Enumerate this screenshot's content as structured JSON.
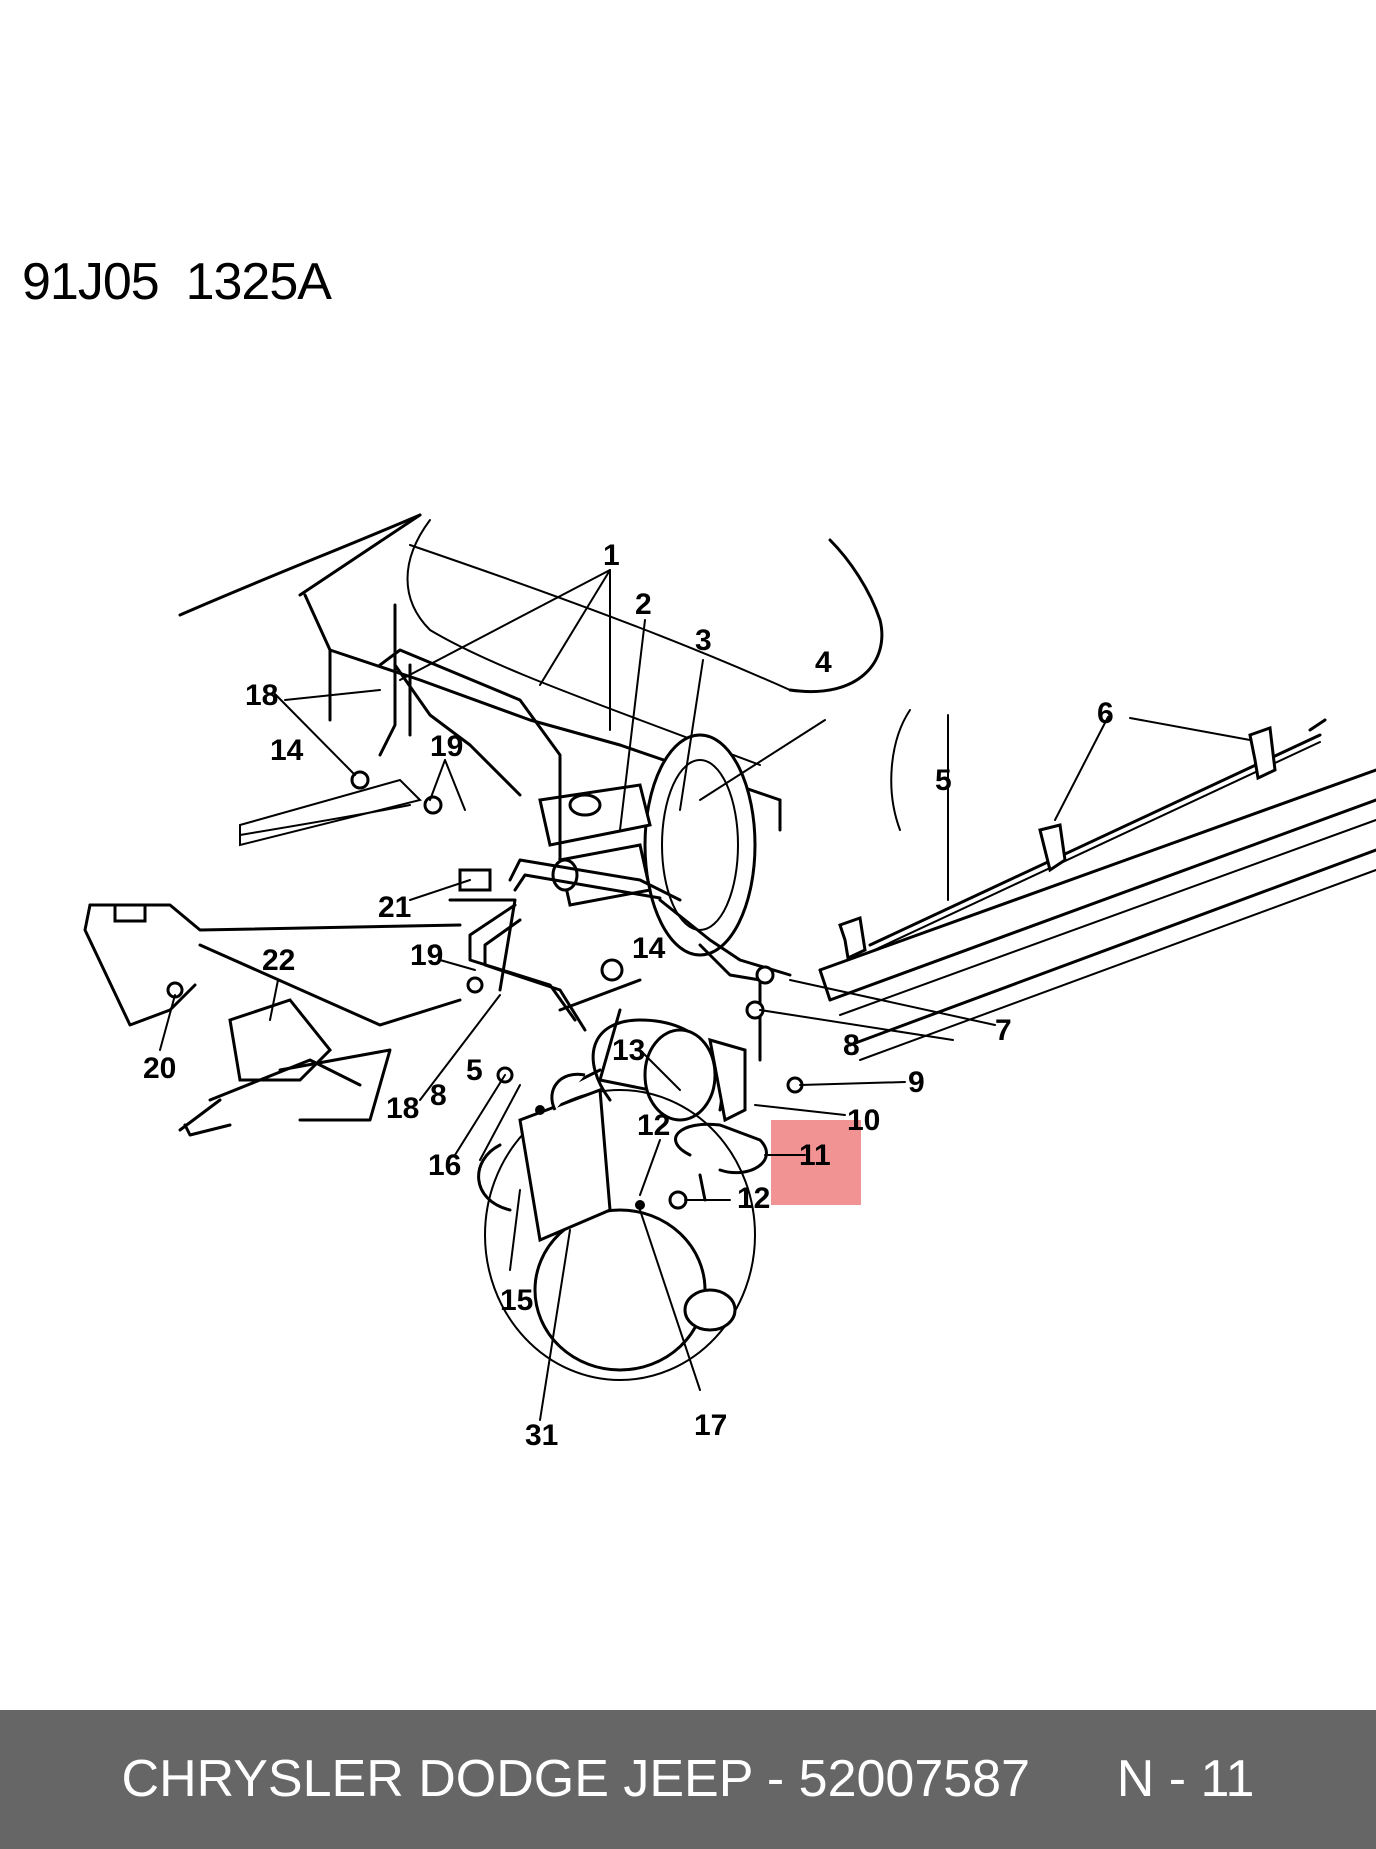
{
  "header": {
    "code": "91J05  1325A"
  },
  "callouts": {
    "c1": "1",
    "c2": "2",
    "c3": "3",
    "c4": "4",
    "c5a": "5",
    "c5b": "5",
    "c6": "6",
    "c7": "7",
    "c8a": "8",
    "c8b": "8",
    "c9": "9",
    "c10": "10",
    "c11": "11",
    "c12a": "12",
    "c12b": "12",
    "c13": "13",
    "c14a": "14",
    "c14b": "14",
    "c15": "15",
    "c16": "16",
    "c17": "17",
    "c18a": "18",
    "c18b": "18",
    "c19a": "19",
    "c19b": "19",
    "c20": "20",
    "c21": "21",
    "c22": "22",
    "c31": "31"
  },
  "highlight": {
    "part": "11",
    "color": "#f08080"
  },
  "footer": {
    "brand": "CHRYSLER DODGE JEEP - 52007587",
    "page": "N - 11"
  },
  "colors": {
    "footer_bg": "#666666",
    "footer_text": "#ffffff"
  }
}
